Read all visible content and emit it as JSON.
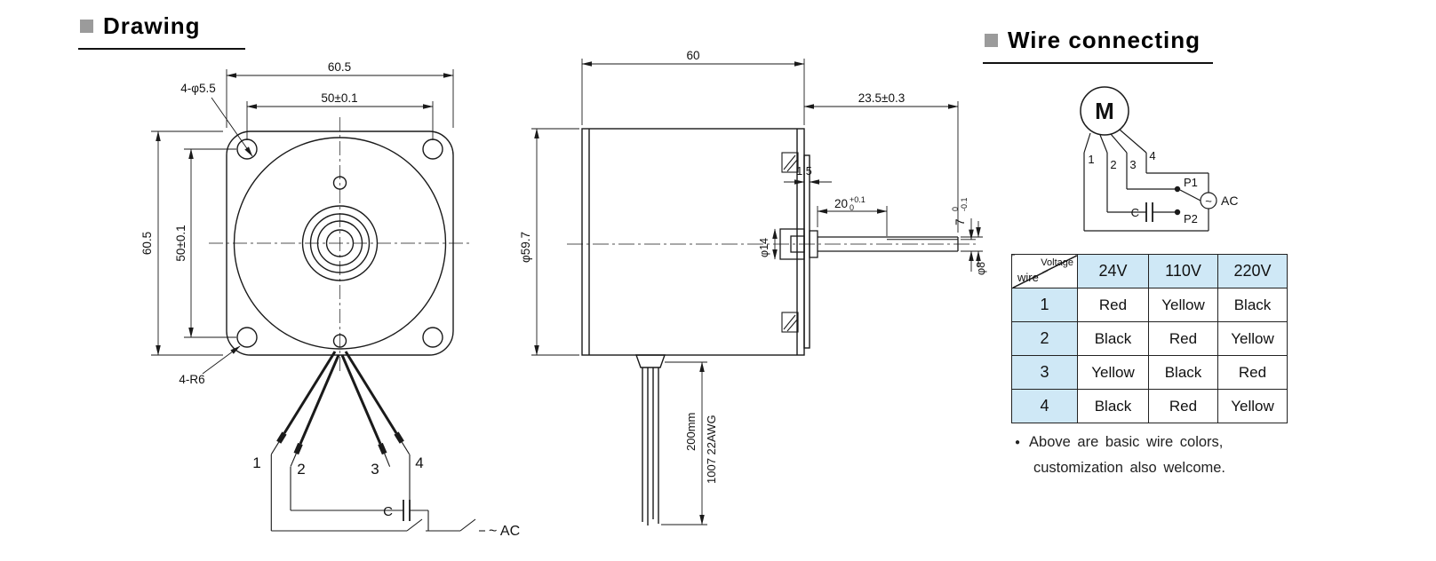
{
  "titles": {
    "drawing": "Drawing",
    "wire_connecting": "Wire connecting"
  },
  "front_view": {
    "dim_width_outer": "60.5",
    "dim_width_holes": "50±0.1",
    "dim_height_outer": "60.5",
    "dim_height_holes": "50±0.1",
    "callout_holes": "4-φ5.5",
    "callout_corners": "4-R6",
    "wire_labels": [
      "1",
      "2",
      "3",
      "4"
    ],
    "capacitor_label": "C",
    "ac_label": "~ AC"
  },
  "side_view": {
    "dim_body_length": "60",
    "dim_shaft_total": "23.5±0.3",
    "dim_plate": "1.5",
    "dim_flat_base": "20",
    "dim_flat_tol_upper": "+0.1",
    "dim_flat_tol_lower": "0",
    "dim_dcut_base": "7",
    "dim_dcut_tol_upper": "0",
    "dim_dcut_tol_lower": "-0.1",
    "dia_body": "φ59.7",
    "dia_hub": "φ14",
    "dia_shaft": "φ8",
    "lead_length": "200mm",
    "lead_spec": "1007 22AWG"
  },
  "wire_diagram": {
    "motor_label": "M",
    "terminal_labels": [
      "1",
      "2",
      "3",
      "4"
    ],
    "p1_label": "P1",
    "p2_label": "P2",
    "capacitor_label": "C",
    "ac_symbol": "~",
    "ac_label": "AC"
  },
  "wire_table": {
    "corner_top": "Voltage",
    "corner_bottom": "wire",
    "voltage_columns": [
      "24V",
      "110V",
      "220V"
    ],
    "rows": [
      {
        "wire": "1",
        "colors": [
          "Red",
          "Yellow",
          "Black"
        ]
      },
      {
        "wire": "2",
        "colors": [
          "Black",
          "Red",
          "Yellow"
        ]
      },
      {
        "wire": "3",
        "colors": [
          "Yellow",
          "Black",
          "Red"
        ]
      },
      {
        "wire": "4",
        "colors": [
          "Black",
          "Red",
          "Yellow"
        ]
      }
    ]
  },
  "note": {
    "line1": "Above are basic wire colors,",
    "line2": "customization also welcome."
  },
  "colors": {
    "table_header_bg": "#cfe8f6",
    "heading_square": "#9b9b9b",
    "line_color": "#1a1a1a"
  }
}
